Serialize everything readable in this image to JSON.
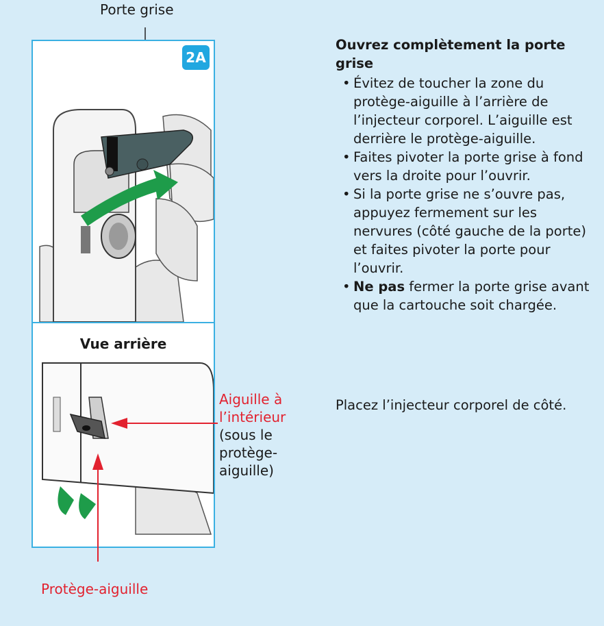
{
  "labels": {
    "top": "Porte grise",
    "step": "2A",
    "rear_view": "Vue arrière",
    "needle_line1": "Aiguille à",
    "needle_line2": "l’intérieur",
    "needle_line3": "(sous le",
    "needle_line4": "protège-",
    "needle_line5": "aiguille)",
    "needle_guard": "Protège-aiguille"
  },
  "instructions": {
    "heading": "Ouvrez complètement la porte grise",
    "bullets": [
      {
        "text": "Évitez de toucher la zone du protège-aiguille à l’arrière de l’injecteur corporel. L’aiguille est derrière le protège-aiguille."
      },
      {
        "text": "Faites pivoter la porte grise à fond vers la droite pour l’ouvrir."
      },
      {
        "text": "Si la porte grise ne s’ouvre pas, appuyez fermement sur les nervures (côté gauche de la porte) et faites pivoter la porte pour l’ouvrir."
      },
      {
        "bold": "Ne pas",
        "text": " fermer la porte grise avant que la cartouche soit chargée."
      }
    ],
    "final": "Placez l’injecteur corporel de côté."
  },
  "colors": {
    "background": "#d6ecf8",
    "frame": "#3ab0e2",
    "badge": "#21a7e0",
    "annotation_red": "#e2222f",
    "arrow_green": "#1e9c4a"
  }
}
